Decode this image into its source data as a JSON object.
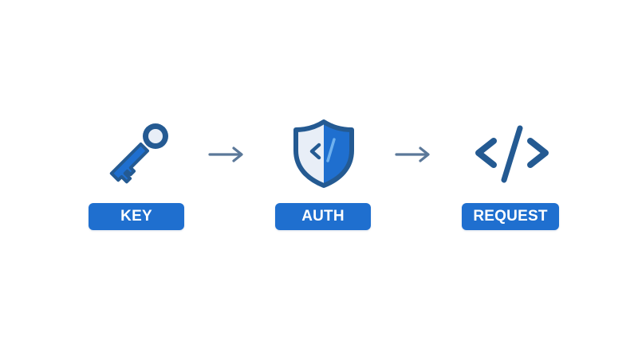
{
  "diagram": {
    "type": "flow",
    "steps": [
      {
        "id": "key",
        "label": "KEY",
        "icon": "key-icon"
      },
      {
        "id": "auth",
        "label": "AUTH",
        "icon": "shield-code-icon"
      },
      {
        "id": "request",
        "label": "REQUEST",
        "icon": "code-brackets-icon"
      }
    ],
    "connectors": [
      {
        "from": "key",
        "to": "auth",
        "icon": "arrow-right-icon"
      },
      {
        "from": "auth",
        "to": "request",
        "icon": "arrow-right-icon"
      }
    ]
  },
  "colors": {
    "background": "#ffffff",
    "pill_fill": "#1f6fcf",
    "pill_text": "#ffffff",
    "icon_outline": "#245a92",
    "icon_fill_blue": "#1f6fcf",
    "icon_fill_light": "#e8eef7",
    "icon_accent_light": "#6fb1ee",
    "arrow": "#5b7899"
  }
}
